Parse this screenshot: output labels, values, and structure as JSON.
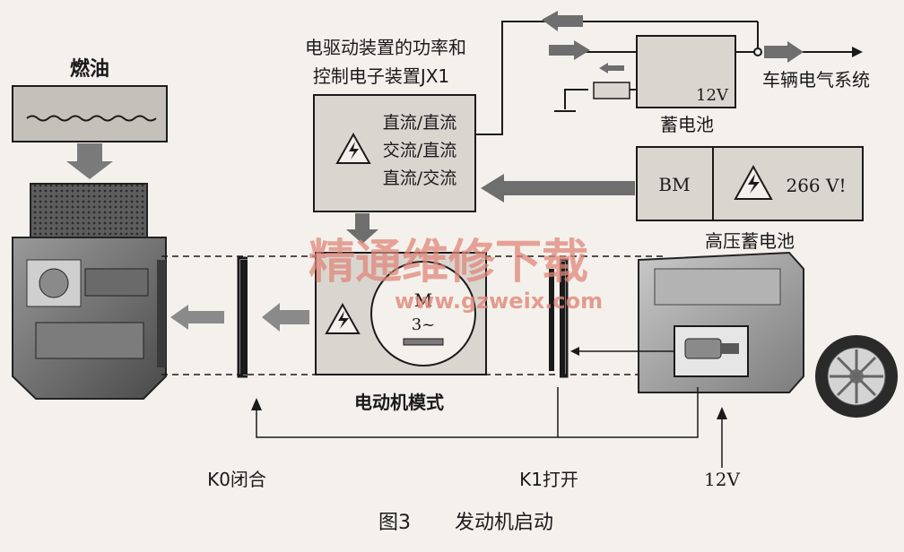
{
  "fuel": {
    "label": "燃油"
  },
  "jx1": {
    "title_line1": "电驱动装置的功率和",
    "title_line2": "控制电子装置JX1",
    "modes": [
      "直流/直流",
      "交流/直流",
      "直流/交流"
    ]
  },
  "battery12v": {
    "voltage": "12V",
    "label": "蓄电池"
  },
  "vehicle_system": {
    "label": "车辆电气系统"
  },
  "hv_battery": {
    "bm": "BM",
    "voltage": "266 V!",
    "label": "高压蓄电池"
  },
  "motor": {
    "symbol": "M",
    "phase": "3~",
    "mode_label": "电动机模式"
  },
  "clutches": {
    "k0": "K0闭合",
    "k1": "K1打开"
  },
  "starter": {
    "label": "12V"
  },
  "watermark": {
    "cn": "精通维修下载",
    "url": "www.gzweix.com"
  },
  "caption": {
    "fig": "图3",
    "title": "发动机启动"
  },
  "colors": {
    "ink": "#1a1a1a",
    "watermark": "#e0877a",
    "box": "#d9d6d0",
    "arrow": "#6e6e6e"
  }
}
